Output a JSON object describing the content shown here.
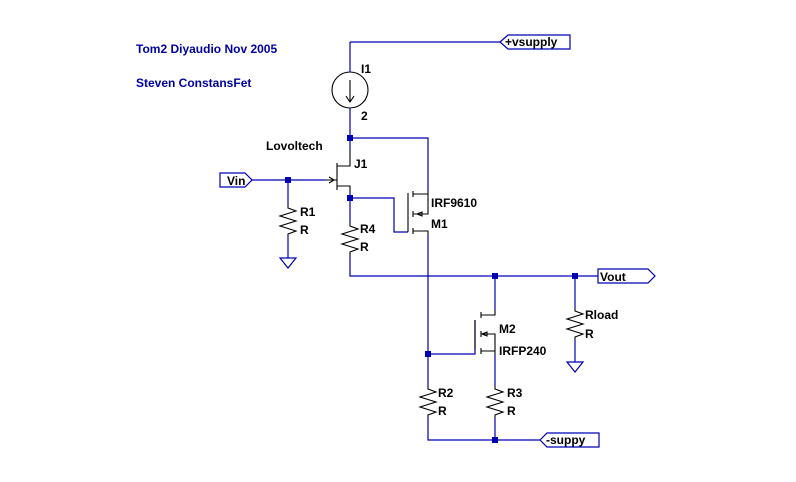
{
  "notes": {
    "line1": "Tom2 Diyaudio Nov 2005",
    "line2": "Steven ConstansFet"
  },
  "ports": {
    "vsupply": "+vsupply",
    "vin": "Vin",
    "vout": "Vout",
    "nsupply": "-suppy"
  },
  "components": {
    "i1": {
      "name": "I1",
      "value": "2"
    },
    "j1": {
      "name": "J1",
      "value": "Lovoltech"
    },
    "m1": {
      "name": "M1",
      "value": "IRF9610"
    },
    "m2": {
      "name": "M2",
      "value": "IRFP240"
    },
    "r1": {
      "name": "R1",
      "value": "R"
    },
    "r2": {
      "name": "R2",
      "value": "R"
    },
    "r3": {
      "name": "R3",
      "value": "R"
    },
    "r4": {
      "name": "R4",
      "value": "R"
    },
    "rload": {
      "name": "Rload",
      "value": "R"
    }
  },
  "colors": {
    "wire": "#0000b4",
    "device": "#000000",
    "note_text": "#0000a0"
  }
}
